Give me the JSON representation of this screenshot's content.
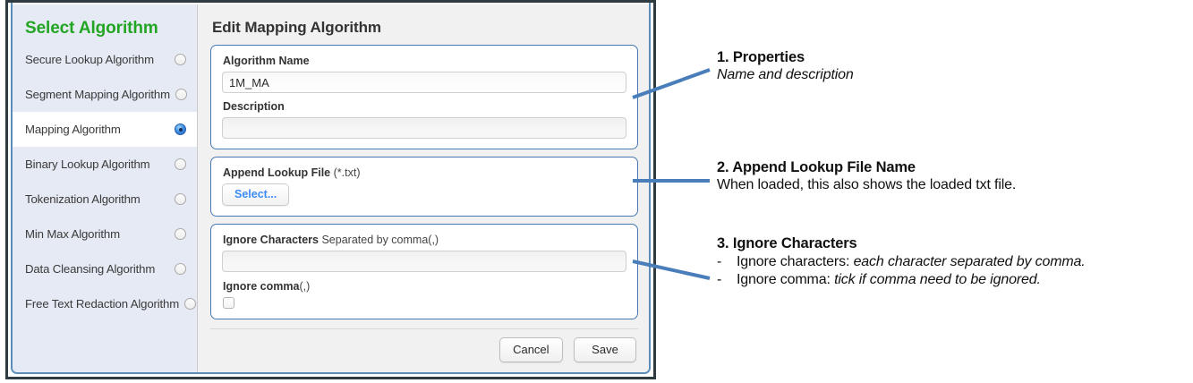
{
  "window": {
    "sidebar": {
      "title": "Select Algorithm",
      "items": [
        {
          "label": "Secure Lookup Algorithm",
          "selected": false
        },
        {
          "label": "Segment Mapping Algorithm",
          "selected": false
        },
        {
          "label": "Mapping Algorithm",
          "selected": true
        },
        {
          "label": "Binary Lookup Algorithm",
          "selected": false
        },
        {
          "label": "Tokenization Algorithm",
          "selected": false
        },
        {
          "label": "Min Max Algorithm",
          "selected": false
        },
        {
          "label": "Data Cleansing Algorithm",
          "selected": false
        },
        {
          "label": "Free Text Redaction Algorithm",
          "selected": false
        }
      ],
      "accent_color": "#22a522",
      "background_color": "#e6eaf4"
    },
    "main": {
      "title": "Edit Mapping Algorithm",
      "properties_group": {
        "name_label": "Algorithm Name",
        "name_value": "1M_MA",
        "name_placeholder": "",
        "description_label": "Description",
        "description_value": "",
        "description_placeholder": ""
      },
      "append_group": {
        "label": "Append Lookup File",
        "label_hint": "(*.txt)",
        "select_button": "Select..."
      },
      "ignore_group": {
        "characters_label": "Ignore Characters",
        "characters_hint": "Separated by comma(,)",
        "characters_value": "",
        "characters_placeholder": "",
        "comma_label": "Ignore comma",
        "comma_hint": "(,)",
        "comma_checked": false
      },
      "footer": {
        "cancel_label": "Cancel",
        "save_label": "Save"
      }
    },
    "border_color": "#2f3b40",
    "inner_border_color": "#5b8db8"
  },
  "annotations": {
    "leader_color": "#4a7ebb",
    "items": [
      {
        "title": "1. Properties",
        "lines": [
          {
            "text": "Name and description",
            "italic": true
          }
        ]
      },
      {
        "title": "2. Append Lookup File Name",
        "lines": [
          {
            "text": "When loaded, this also shows the loaded txt file.",
            "italic": false
          }
        ]
      },
      {
        "title": "3. Ignore Characters",
        "bullets": [
          {
            "dash": "-",
            "plain": "Ignore characters: ",
            "italic": "each character separated by comma."
          },
          {
            "dash": "-",
            "plain": "Ignore comma: ",
            "italic": "tick if comma need to be ignored."
          }
        ]
      }
    ]
  }
}
